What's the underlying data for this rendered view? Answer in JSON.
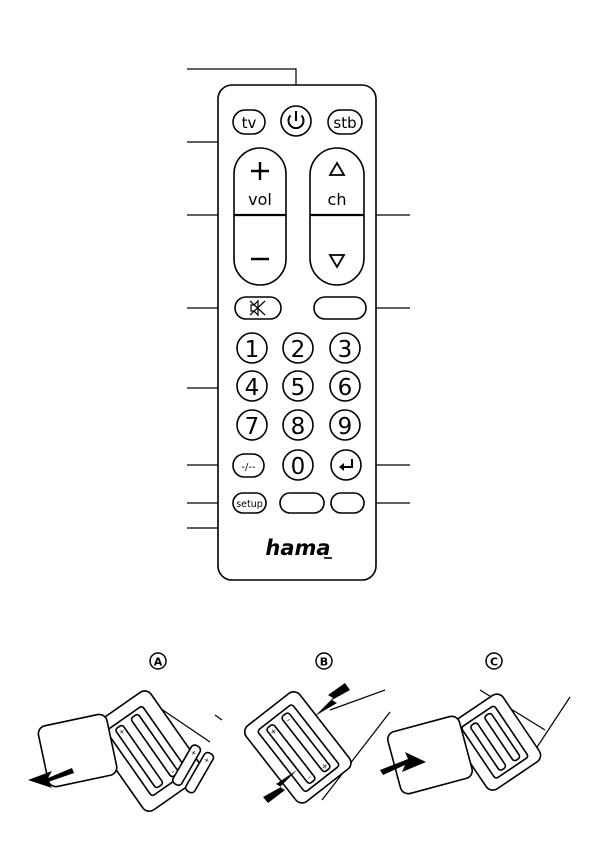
{
  "remote": {
    "buttons": {
      "tv": "tv",
      "stb": "stb",
      "vol": "vol",
      "ch": "ch",
      "setup": "setup",
      "digit_toggle": "-/--",
      "numbers": [
        "1",
        "2",
        "3",
        "4",
        "5",
        "6",
        "7",
        "8",
        "9",
        "0"
      ]
    },
    "brand": "hama"
  },
  "steps": {
    "a": "A",
    "b": "B",
    "c": "C"
  },
  "battery": {
    "plus": "+",
    "minus": "–"
  }
}
